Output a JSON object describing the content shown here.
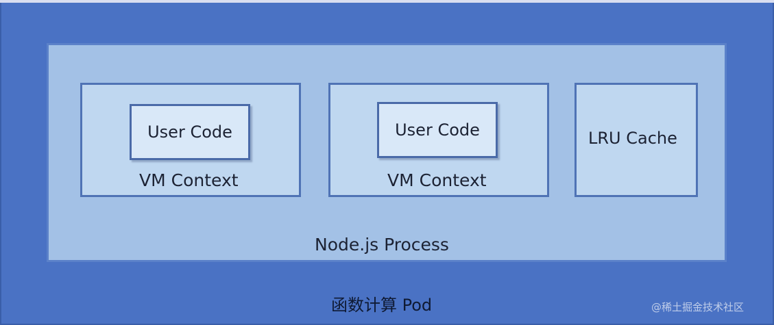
{
  "diagram": {
    "pod_label": "函数计算 Pod",
    "process_label": "Node.js Process",
    "contexts": [
      {
        "inner_label": "User Code",
        "outer_label": "VM Context"
      },
      {
        "inner_label": "User Code",
        "outer_label": "VM Context"
      }
    ],
    "cache_label": "LRU Cache"
  },
  "watermark": "@稀土掘金技术社区",
  "colors": {
    "pod_fill": "#4a72c4",
    "process_fill": "#a3c1e6",
    "box_fill": "#bfd7f0",
    "code_fill": "#d9e8f8",
    "text": "#1c2233"
  }
}
